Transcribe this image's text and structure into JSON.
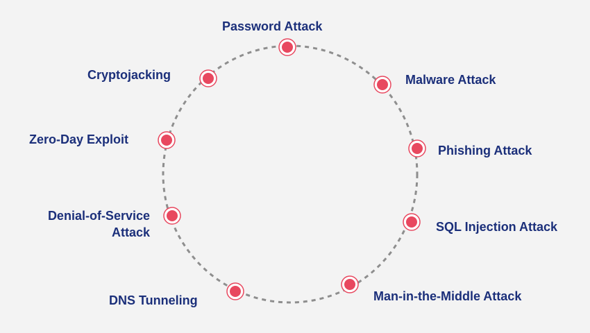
{
  "diagram": {
    "colors": {
      "background": "#f3f3f3",
      "ring": "#8e8e8e",
      "node_fill": "#e8485f",
      "label": "#1b2f7a"
    },
    "nodes": [
      {
        "label": "Password Attack"
      },
      {
        "label": "Malware Attack"
      },
      {
        "label": "Phishing Attack"
      },
      {
        "label": "SQL Injection Attack"
      },
      {
        "label": "Man-in-the-Middle Attack"
      },
      {
        "label": "DNS Tunneling"
      },
      {
        "label": "Denial-of-Service\nAttack"
      },
      {
        "label": "Zero-Day Exploit"
      },
      {
        "label": "Cryptojacking"
      }
    ]
  }
}
